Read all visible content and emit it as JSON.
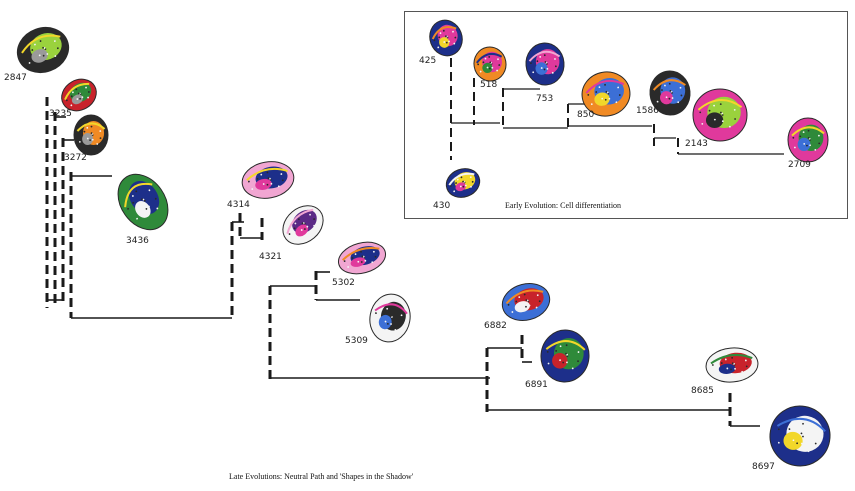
{
  "figure": {
    "main_caption": "Late Evolutions: Neutral Path and 'Shapes in the Shadow'",
    "inset_caption": "Early Evolution: Cell differentiation",
    "labels": {
      "n2847": "2847",
      "n3235": "3235",
      "n3272": "3272",
      "n3436": "3436",
      "n4314": "4314",
      "n4321": "4321",
      "n5302": "5302",
      "n5309": "5309",
      "n6882": "6882",
      "n6891": "6891",
      "n8685": "8685",
      "n8697": "8697",
      "n425": "425",
      "n430": "430",
      "n518": "518",
      "n753": "753",
      "n850": "850",
      "n1586": "1586",
      "n2143": "2143",
      "n2709": "2709"
    }
  },
  "colors": {
    "line": "#1a1a1a",
    "navy": "#1d2f8a",
    "blue": "#3c6fd6",
    "yellow": "#f2d72a",
    "magenta": "#e0399c",
    "pink": "#f1a6d2",
    "green": "#2f8a3a",
    "lime": "#9ad23d",
    "red": "#c8232b",
    "orange": "#f08a24",
    "gray": "#9a9a9a",
    "dark": "#2a2a2a",
    "white": "#f4f4f4",
    "purple": "#5b2a86"
  }
}
